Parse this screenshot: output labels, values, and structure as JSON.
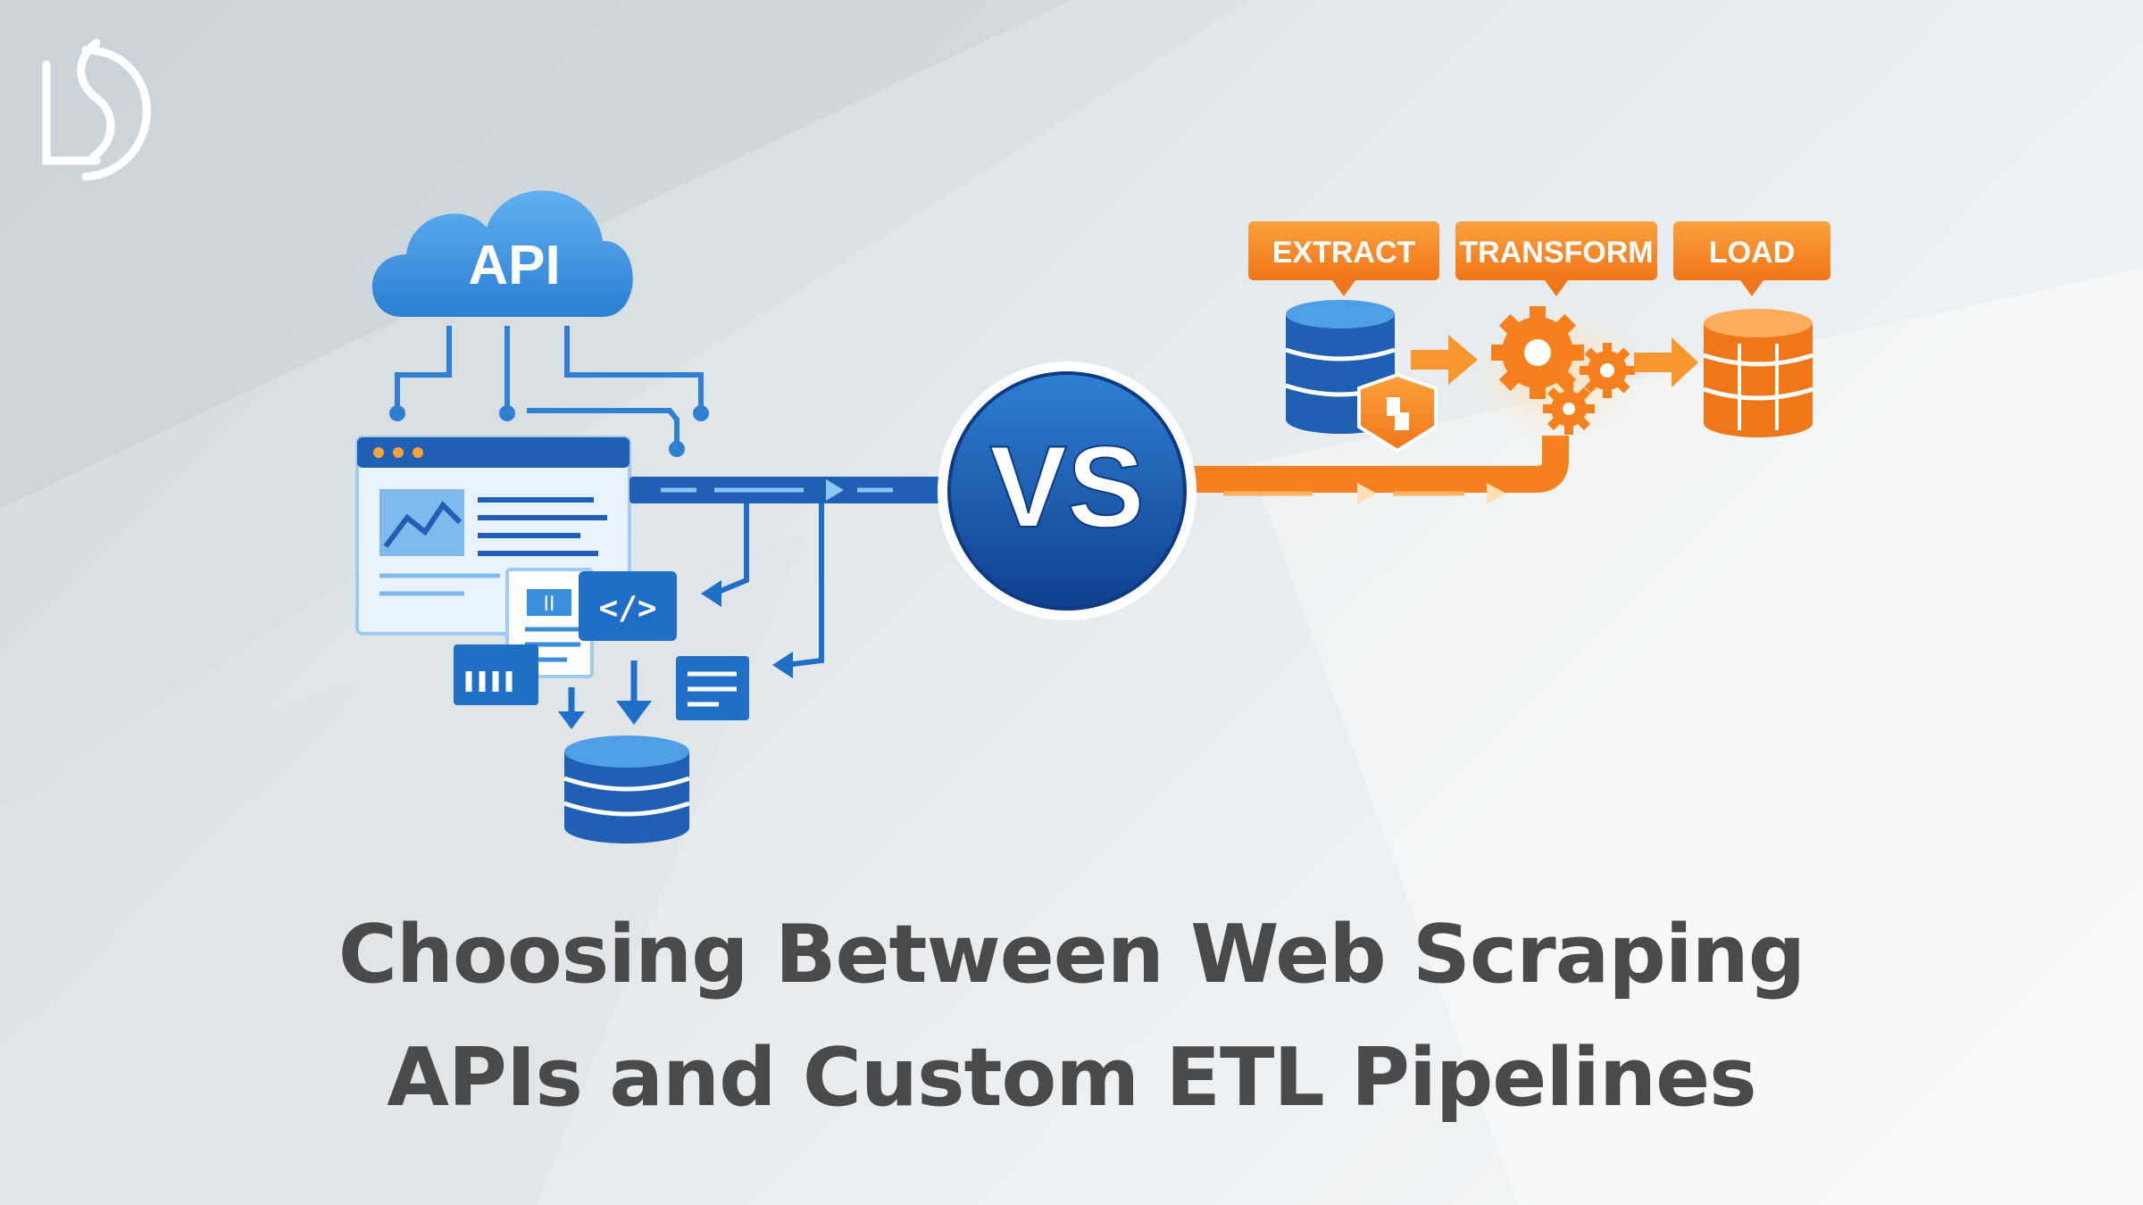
{
  "colors": {
    "blue": "#1f6fc7",
    "blue_dark": "#174f9e",
    "blue_light": "#5aa6ea",
    "orange": "#f7801e",
    "orange_light": "#fbb25c",
    "title_gray": "#4a4a4a"
  },
  "logo": {
    "icon": "ds-logo-icon"
  },
  "left_panel": {
    "cloud_label": "API",
    "icons": [
      "cloud-icon",
      "browser-window-icon",
      "document-icon",
      "code-icon",
      "bar-chart-icon",
      "database-icon"
    ]
  },
  "versus": {
    "label": "VS"
  },
  "etl": {
    "steps": [
      "EXTRACT",
      "TRANSFORM",
      "LOAD"
    ],
    "icons": [
      "database-icon",
      "shield-icon",
      "gears-icon",
      "database-icon"
    ]
  },
  "headline": {
    "line1": "Choosing Between Web Scraping",
    "line2": "APIs and Custom ETL Pipelines"
  }
}
